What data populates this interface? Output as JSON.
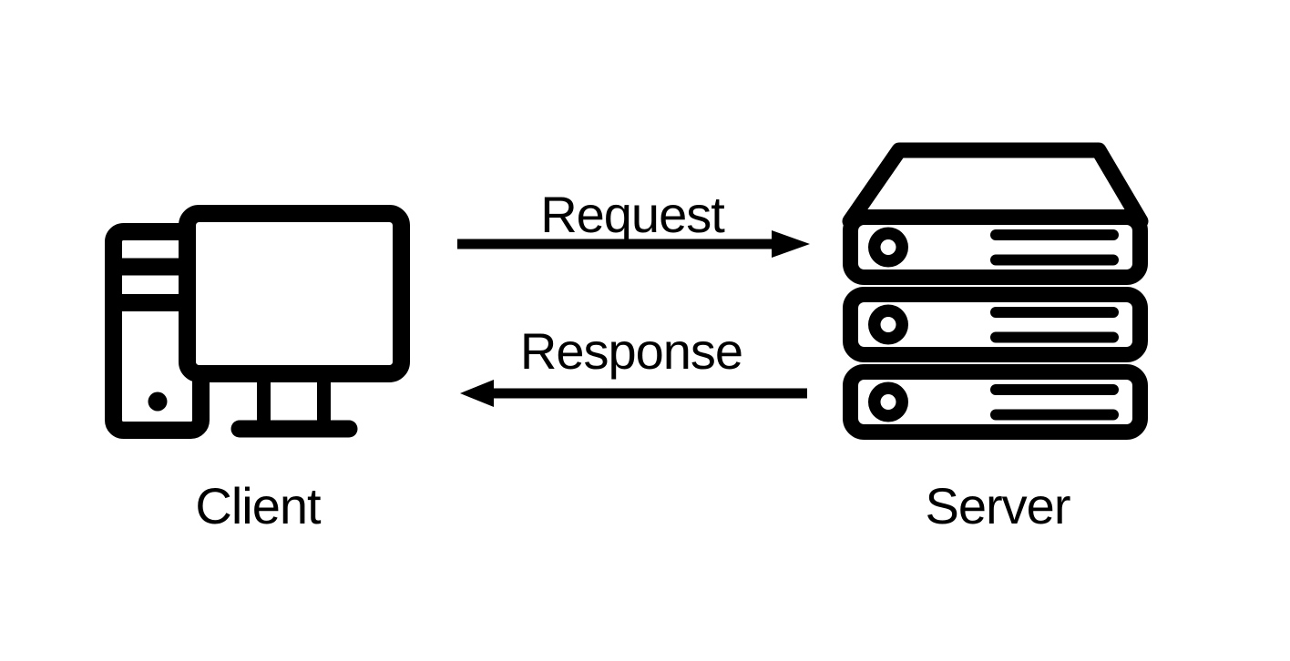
{
  "canvas": {
    "background_color": "#ffffff",
    "foreground_color": "#000000"
  },
  "nodes": {
    "client": {
      "label": "Client",
      "icon": "desktop-computer"
    },
    "server": {
      "label": "Server",
      "icon": "server-rack"
    }
  },
  "flows": {
    "request": {
      "label": "Request",
      "direction": "left-to-right"
    },
    "response": {
      "label": "Response",
      "direction": "right-to-left"
    }
  }
}
